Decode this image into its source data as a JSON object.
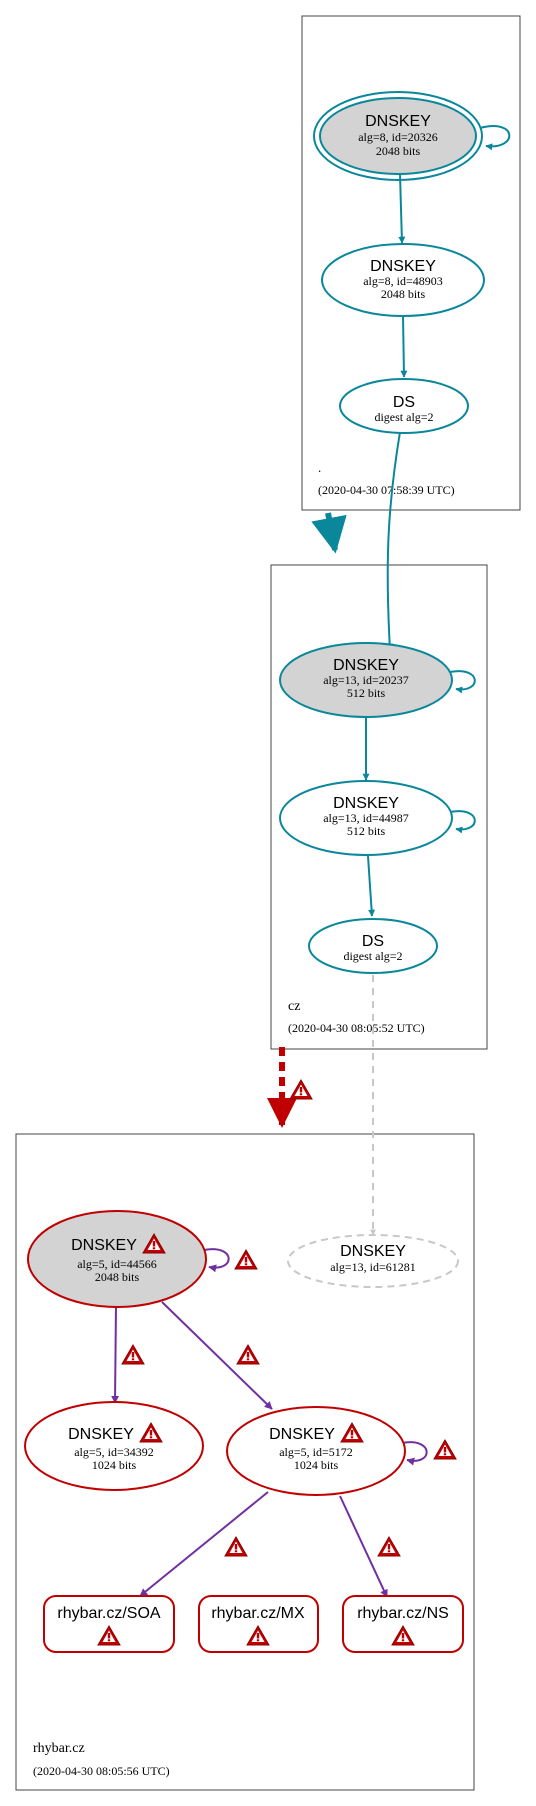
{
  "colors": {
    "teal": "#0a879a",
    "purple": "#7030a0",
    "red": "#c00000",
    "grey_fill": "#d3d3d3",
    "dashed_grey": "#c8c8c8",
    "warning_red": "#c00000"
  },
  "zones": {
    "root": {
      "name": ".",
      "timestamp": "(2020-04-30 07:58:39 UTC)"
    },
    "cz": {
      "name": "cz",
      "timestamp": "(2020-04-30 08:05:52 UTC)"
    },
    "rhybar": {
      "name": "rhybar.cz",
      "timestamp": "(2020-04-30 08:05:56 UTC)"
    }
  },
  "nodes": {
    "root_ksk": {
      "title": "DNSKEY",
      "line1": "alg=8, id=20326",
      "line2": "2048 bits"
    },
    "root_zsk": {
      "title": "DNSKEY",
      "line1": "alg=8, id=48903",
      "line2": "2048 bits"
    },
    "root_ds": {
      "title": "DS",
      "line1": "digest alg=2"
    },
    "cz_ksk": {
      "title": "DNSKEY",
      "line1": "alg=13, id=20237",
      "line2": "512 bits"
    },
    "cz_zsk": {
      "title": "DNSKEY",
      "line1": "alg=13, id=44987",
      "line2": "512 bits"
    },
    "cz_ds": {
      "title": "DS",
      "line1": "digest alg=2"
    },
    "rh_ksk": {
      "title": "DNSKEY",
      "line1": "alg=5, id=44566",
      "line2": "2048 bits"
    },
    "rh_missing": {
      "title": "DNSKEY",
      "line1": "alg=13, id=61281"
    },
    "rh_key2": {
      "title": "DNSKEY",
      "line1": "alg=5, id=34392",
      "line2": "1024 bits"
    },
    "rh_zsk": {
      "title": "DNSKEY",
      "line1": "alg=5, id=5172",
      "line2": "1024 bits"
    },
    "rr_soa": {
      "title": "rhybar.cz/SOA"
    },
    "rr_mx": {
      "title": "rhybar.cz/MX"
    },
    "rr_ns": {
      "title": "rhybar.cz/NS"
    }
  },
  "icons": {
    "warning": "warning-triangle-icon"
  }
}
